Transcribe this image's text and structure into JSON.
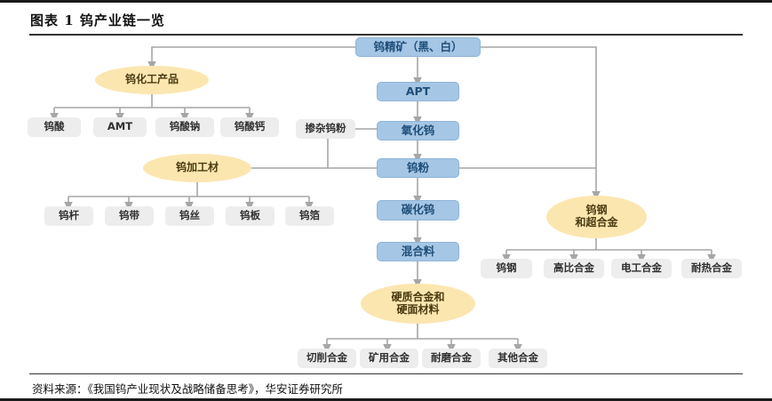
{
  "figure": {
    "title": "图表 1 钨产业链一览",
    "source": "资料来源：《我国钨产业现状及战略储备思考》，华安证券研究所"
  },
  "colors": {
    "blue_fill": "#a5c6e4",
    "blue_text": "#1f4e79",
    "yellow_fill": "#fce6b0",
    "grey_fill": "#ededed",
    "line": "#a6a6a6"
  },
  "diagram": {
    "type": "flowchart",
    "main_chain": [
      {
        "id": "concentrate",
        "label": "钨精矿（黑、白）",
        "shape": "rect",
        "color": "blue"
      },
      {
        "id": "apt",
        "label": "APT",
        "shape": "rect",
        "color": "blue"
      },
      {
        "id": "oxide",
        "label": "氧化钨",
        "shape": "rect",
        "color": "blue"
      },
      {
        "id": "powder",
        "label": "钨粉",
        "shape": "rect",
        "color": "blue"
      },
      {
        "id": "carbide",
        "label": "碳化钨",
        "shape": "rect",
        "color": "blue"
      },
      {
        "id": "mixture",
        "label": "混合料",
        "shape": "rect",
        "color": "blue"
      }
    ],
    "side_nodes": [
      {
        "id": "doped",
        "label": "掺杂钨粉",
        "shape": "rect",
        "color": "grey"
      }
    ],
    "groups": [
      {
        "id": "chem",
        "label": "钨化工产品",
        "shape": "ellipse",
        "color": "yellow",
        "children": [
          "钨酸",
          "AMT",
          "钨酸钠",
          "钨酸钙"
        ]
      },
      {
        "id": "wrought",
        "label": "钨加工材",
        "shape": "ellipse",
        "color": "yellow",
        "children": [
          "钨杆",
          "钨带",
          "钨丝",
          "钨板",
          "钨箔"
        ]
      },
      {
        "id": "steel",
        "label": "钨钢\n和超合金",
        "label_line1": "钨钢",
        "label_line2": "和超合金",
        "shape": "ellipse",
        "color": "yellow",
        "children": [
          "钨钢",
          "高比合金",
          "电工合金",
          "耐热合金"
        ]
      },
      {
        "id": "cemented",
        "label": "硬质合金和\n硬面材料",
        "label_line1": "硬质合金和",
        "label_line2": "硬面材料",
        "shape": "ellipse",
        "color": "yellow",
        "children": [
          "切削合金",
          "矿用合金",
          "耐磨合金",
          "其他合金"
        ]
      }
    ],
    "edges": [
      {
        "from": "concentrate",
        "to": "chem"
      },
      {
        "from": "concentrate",
        "to": "apt"
      },
      {
        "from": "concentrate",
        "to": "steel"
      },
      {
        "from": "apt",
        "to": "oxide"
      },
      {
        "from": "doped",
        "to": "oxide"
      },
      {
        "from": "doped",
        "to": "powder"
      },
      {
        "from": "oxide",
        "to": "powder"
      },
      {
        "from": "powder",
        "to": "wrought"
      },
      {
        "from": "powder",
        "to": "steel"
      },
      {
        "from": "powder",
        "to": "carbide"
      },
      {
        "from": "carbide",
        "to": "mixture"
      },
      {
        "from": "mixture",
        "to": "cemented"
      }
    ]
  }
}
